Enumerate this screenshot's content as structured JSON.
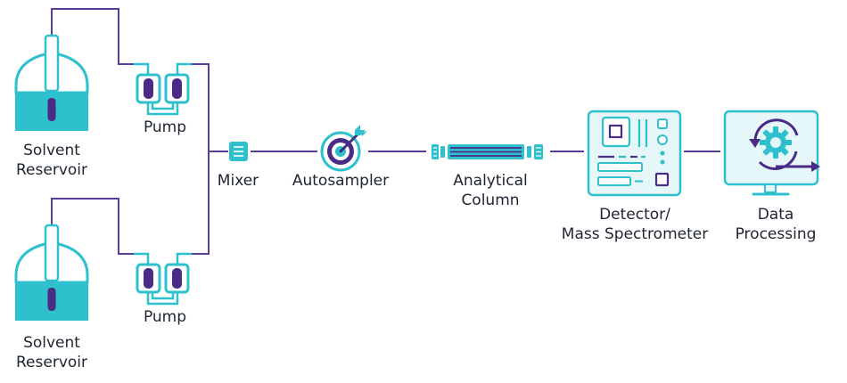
{
  "colors": {
    "teal": "#2ec0cc",
    "light_teal": "#e6f7f9",
    "purple": "#4a2b86",
    "line_purple": "#5a3d96",
    "text": "#1e2430"
  },
  "labels": {
    "reservoir_top_line1": "Solvent",
    "reservoir_top_line2": "Reservoir",
    "reservoir_bottom_line1": "Solvent",
    "reservoir_bottom_line2": "Reservoir",
    "pump_top": "Pump",
    "pump_bottom": "Pump",
    "mixer": "Mixer",
    "autosampler": "Autosampler",
    "column_line1": "Analytical",
    "column_line2": "Column",
    "detector_line1": "Detector/",
    "detector_line2": "Mass Spectrometer",
    "data_line1": "Data",
    "data_line2": "Processing"
  },
  "icons": [
    "flask-icon",
    "pump-icon",
    "mixer-icon",
    "target-icon",
    "column-icon",
    "detector-icon",
    "monitor-gear-icon"
  ]
}
